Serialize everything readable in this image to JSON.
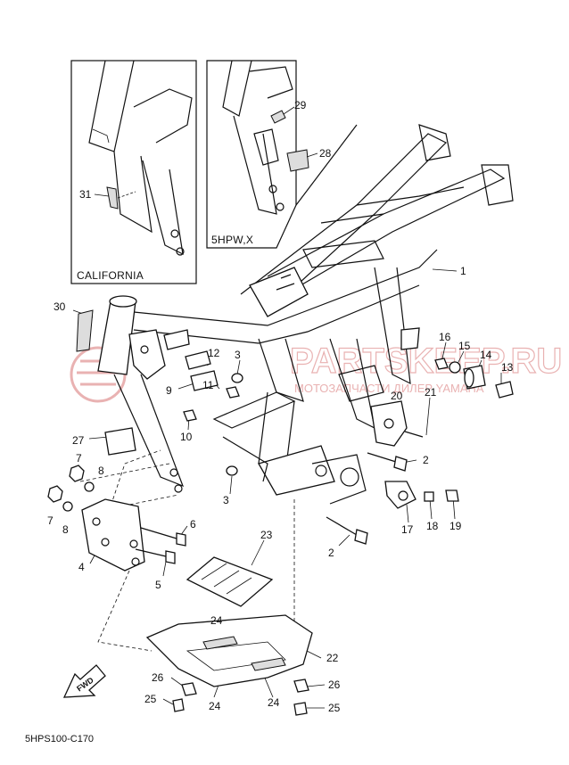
{
  "insets": [
    {
      "name": "california",
      "caption": "CALIFORNIA",
      "callouts": [
        "31"
      ]
    },
    {
      "name": "5hpw-x",
      "caption": "5HPW,X",
      "callouts": [
        "29",
        "28"
      ]
    }
  ],
  "callouts": [
    "1",
    "2",
    "2",
    "3",
    "3",
    "4",
    "5",
    "6",
    "7",
    "7",
    "8",
    "8",
    "9",
    "10",
    "11",
    "12",
    "13",
    "14",
    "15",
    "16",
    "17",
    "18",
    "19",
    "20",
    "21",
    "22",
    "23",
    "24",
    "24",
    "24",
    "25",
    "25",
    "26",
    "26",
    "27",
    "30"
  ],
  "watermark": {
    "text": "PARTSKEEP.RU",
    "subtext": "МОТОЗАПЧАСТИ ДИЛЕР YAMAHA"
  },
  "fwd_label": "FWD",
  "diagram_code": "5HPS100-C170",
  "colors": {
    "line": "#111111",
    "watermark": "#e9b2b2"
  }
}
